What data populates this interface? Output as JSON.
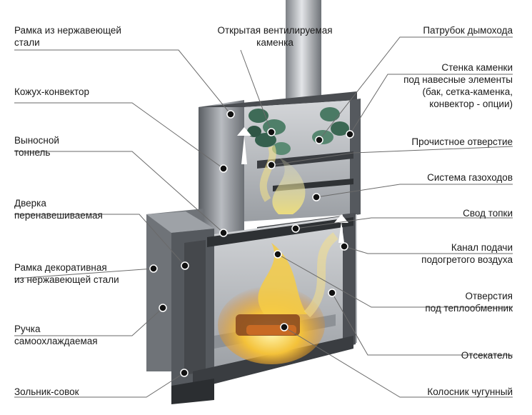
{
  "labels_left": [
    {
      "id": "frame-steel",
      "text": "Рамка из нержавеющей\nстали"
    },
    {
      "id": "casing-convector",
      "text": "Кожух-конвектор"
    },
    {
      "id": "tunnel",
      "text": "Выносной\nтоннель"
    },
    {
      "id": "door",
      "text": "Дверка\nперенавешиваемая"
    },
    {
      "id": "decor-frame",
      "text": "Рамка декоративная\nиз нержавеющей стали"
    },
    {
      "id": "handle",
      "text": "Ручка\nсамоохлаждаемая"
    },
    {
      "id": "ash-pan",
      "text": "Зольник-совок"
    }
  ],
  "labels_right": [
    {
      "id": "chimney-pipe",
      "text": "Патрубок дымохода"
    },
    {
      "id": "heater-wall",
      "text": "Стенка каменки\nпод навесные элементы\n(бак, сетка-каменка,\nконвектор - опции)"
    },
    {
      "id": "cleanout",
      "text": "Прочистное отверстие"
    },
    {
      "id": "gas-ducts",
      "text": "Система газоходов"
    },
    {
      "id": "firebox-vault",
      "text": "Свод топки"
    },
    {
      "id": "air-channel",
      "text": "Канал подачи\nподогретого воздуха"
    },
    {
      "id": "heat-exchanger-holes",
      "text": "Отверстия\nпод теплообменник"
    },
    {
      "id": "cutoff",
      "text": "Отсекатель"
    },
    {
      "id": "grate",
      "text": "Колосник чугунный"
    }
  ],
  "labels_top": [
    {
      "id": "open-heater",
      "text": "Открытая вентилируемая\nкаменка"
    }
  ],
  "colors": {
    "steel_dark": "#3c3f43",
    "steel_mid": "#8e9298",
    "steel_light": "#c9ccd0",
    "stones": "#3f6e5a",
    "flame": "#f2b531",
    "smoke": "#d8d89a"
  }
}
